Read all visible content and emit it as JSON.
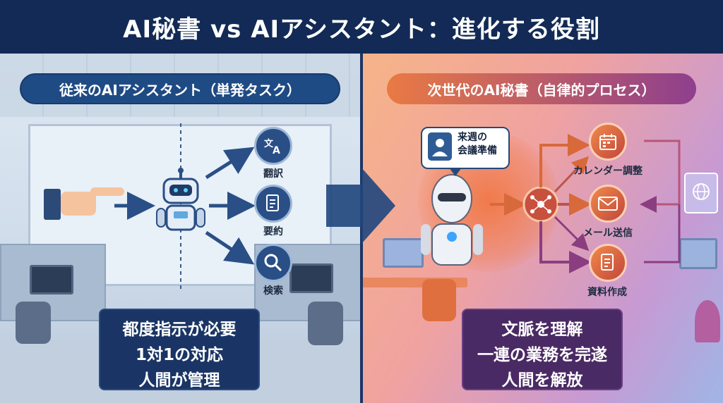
{
  "title": "AI秘書 vs AIアシスタント：進化する役割",
  "left": {
    "heading": "従来のAIアシスタント（単発タスク）",
    "tasks": [
      {
        "label": "翻訳",
        "icon": "translate-icon"
      },
      {
        "label": "要約",
        "icon": "document-icon"
      },
      {
        "label": "検索",
        "icon": "magnifier-icon"
      }
    ],
    "box_lines": [
      "都度指示が必要",
      "1対1の対応",
      "人間が管理"
    ]
  },
  "right": {
    "heading": "次世代のAI秘書（自律的プロセス）",
    "bubble_lines": [
      "来週の",
      "会議準備"
    ],
    "tasks": [
      {
        "label": "カレンダー調整",
        "icon": "calendar-icon"
      },
      {
        "label": "メール送信",
        "icon": "envelope-icon"
      },
      {
        "label": "資料作成",
        "icon": "document-icon"
      }
    ],
    "box_lines": [
      "文脈を理解",
      "一連の業務を完遂",
      "人間を解放"
    ]
  },
  "colors": {
    "title_bg": "#122a55",
    "left_accent": "#1f4b85",
    "right_accent_start": "#e97a43",
    "right_accent_end": "#8e3f8e",
    "box_left": "#1a3565",
    "box_right": "#4a2a64"
  }
}
